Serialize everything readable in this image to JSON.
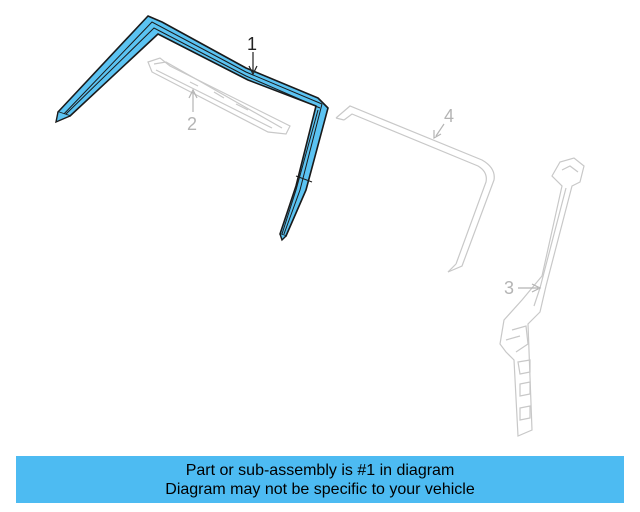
{
  "callouts": {
    "part1": "1",
    "part2": "2",
    "part3": "3",
    "part4": "4"
  },
  "banner": {
    "line1": "Part or sub-assembly is #1 in diagram",
    "line2": "Diagram may not be specific to your vehicle"
  },
  "colors": {
    "highlight": "#4dbbf2",
    "highlight_fill": "#5bc3f2",
    "outline_dark": "#1a1a1a",
    "outline_light": "#c8c8c8",
    "callout_dark": "#222222",
    "callout_light": "#b4b4b4"
  }
}
